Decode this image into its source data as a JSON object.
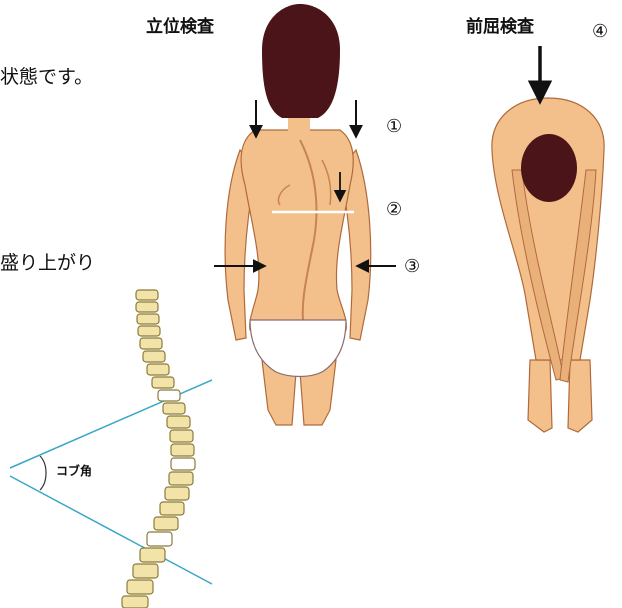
{
  "text_snippets": {
    "top": "状態です。",
    "middle": "盛り上がり"
  },
  "exams": {
    "standing": {
      "title": "立位検査",
      "markers": [
        "①",
        "②",
        "③"
      ]
    },
    "forward_bend": {
      "title": "前屈検査",
      "marker": "④"
    }
  },
  "spine": {
    "angle_label": "コブ角"
  },
  "colors": {
    "skin": "#f3c08c",
    "skin_shade": "#e3a06a",
    "hair": "#4a1418",
    "vertebra": "#f2e3a8",
    "cobb_line": "#3aa7c9"
  }
}
